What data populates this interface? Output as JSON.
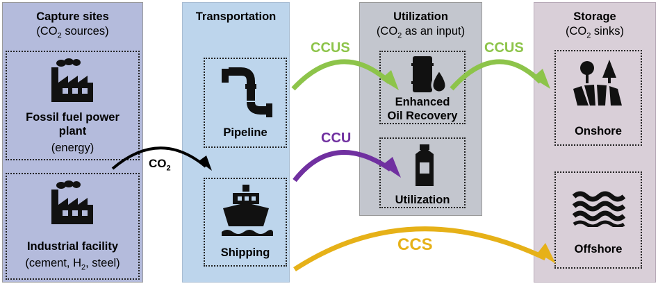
{
  "columns": {
    "capture": {
      "title": "Capture sites",
      "subtitle_pre": "(CO",
      "subtitle_sub": "2",
      "subtitle_post": " sources)"
    },
    "transport": {
      "title": "Transportation"
    },
    "utilization": {
      "title": "Utilization",
      "subtitle_pre": "(CO",
      "subtitle_sub": "2",
      "subtitle_post": " as an input)"
    },
    "storage": {
      "title": "Storage",
      "subtitle_pre": "(CO",
      "subtitle_sub": "2",
      "subtitle_post": " sinks)"
    }
  },
  "nodes": {
    "fossil": {
      "label_line1": "Fossil fuel power",
      "label_line2": "plant",
      "note": "(energy)",
      "icon": "factory-icon"
    },
    "industrial": {
      "label": "Industrial facility",
      "note_pre": "(cement, H",
      "note_sub": "2",
      "note_post": ", steel)",
      "icon": "factory-icon"
    },
    "pipeline": {
      "label": "Pipeline",
      "icon": "pipe-icon"
    },
    "shipping": {
      "label": "Shipping",
      "icon": "ship-icon"
    },
    "eor": {
      "label_line1": "Enhanced",
      "label_line2": "Oil Recovery",
      "icon": "oil-barrel-icon"
    },
    "utilization": {
      "label": "Utilization",
      "icon": "bottle-icon"
    },
    "onshore": {
      "label": "Onshore",
      "icon": "onshore-land-icon"
    },
    "offshore": {
      "label": "Offshore",
      "icon": "waves-icon"
    }
  },
  "flows": {
    "co2": {
      "pre": "CO",
      "sub": "2"
    },
    "ccus_1": "CCUS",
    "ccus_2": "CCUS",
    "ccu": "CCU",
    "ccs": "CCS"
  },
  "colors": {
    "ccus": "#8dc44a",
    "ccu": "#7030a0",
    "ccs": "#e6b118",
    "co2": "#000000"
  }
}
